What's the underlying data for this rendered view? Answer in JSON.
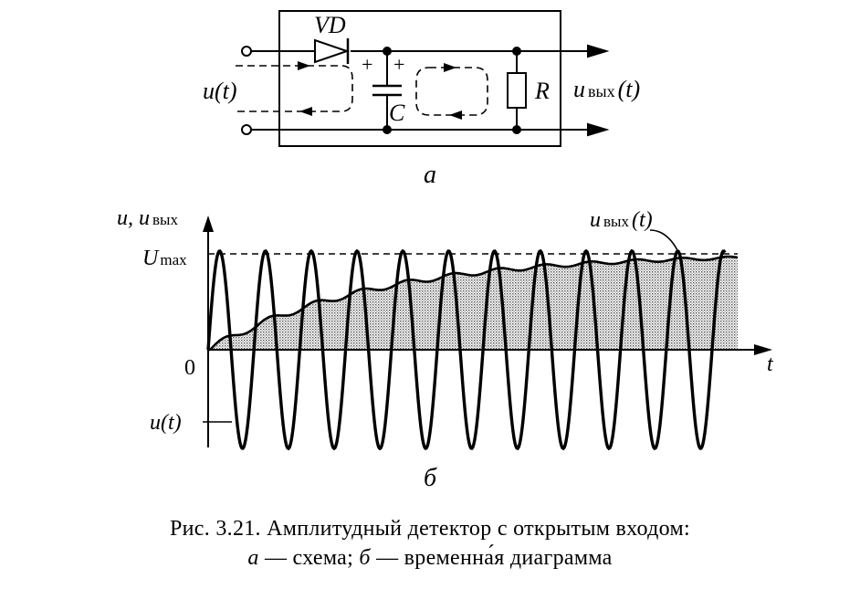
{
  "circuit": {
    "diode_label": "VD",
    "capacitor_label": "C",
    "resistor_label": "R",
    "input_label": "u(t)",
    "output_label_main": "u",
    "output_label_sub": "вых",
    "output_label_arg": "(t)",
    "plus_sign": "+",
    "panel_label": "а"
  },
  "diagram": {
    "y_axis_label_u": "u,",
    "y_axis_label_uout_main": "u",
    "y_axis_label_uout_sub": "вых",
    "umax_main": "U",
    "umax_sub": "max",
    "origin_label": "0",
    "t_axis_label": "t",
    "input_curve_label": "u(t)",
    "output_curve_label_main": "u",
    "output_curve_label_sub": "вых",
    "output_curve_label_arg": "(t)",
    "panel_label": "б"
  },
  "chart_data": {
    "type": "line",
    "series": [
      {
        "name": "u(t)",
        "shape": "sinusoid",
        "periods": 11,
        "amplitude": 1.0
      },
      {
        "name": "uвых(t)",
        "shape": "envelope rising toward Umax",
        "final_level": 1.0
      }
    ],
    "reference_lines": [
      {
        "label": "Umax",
        "value": 1.0,
        "style": "dashed"
      }
    ]
  },
  "caption": {
    "line1": "Рис. 3.21. Амплитудный детектор с открытым входом:",
    "line2_a": "а",
    "line2_a_text": " — схема; ",
    "line2_b": "б",
    "line2_b_text": " — временна́я диаграмма"
  },
  "colors": {
    "ink": "#000000",
    "shade": "#bdbdbd",
    "background": "#ffffff"
  }
}
